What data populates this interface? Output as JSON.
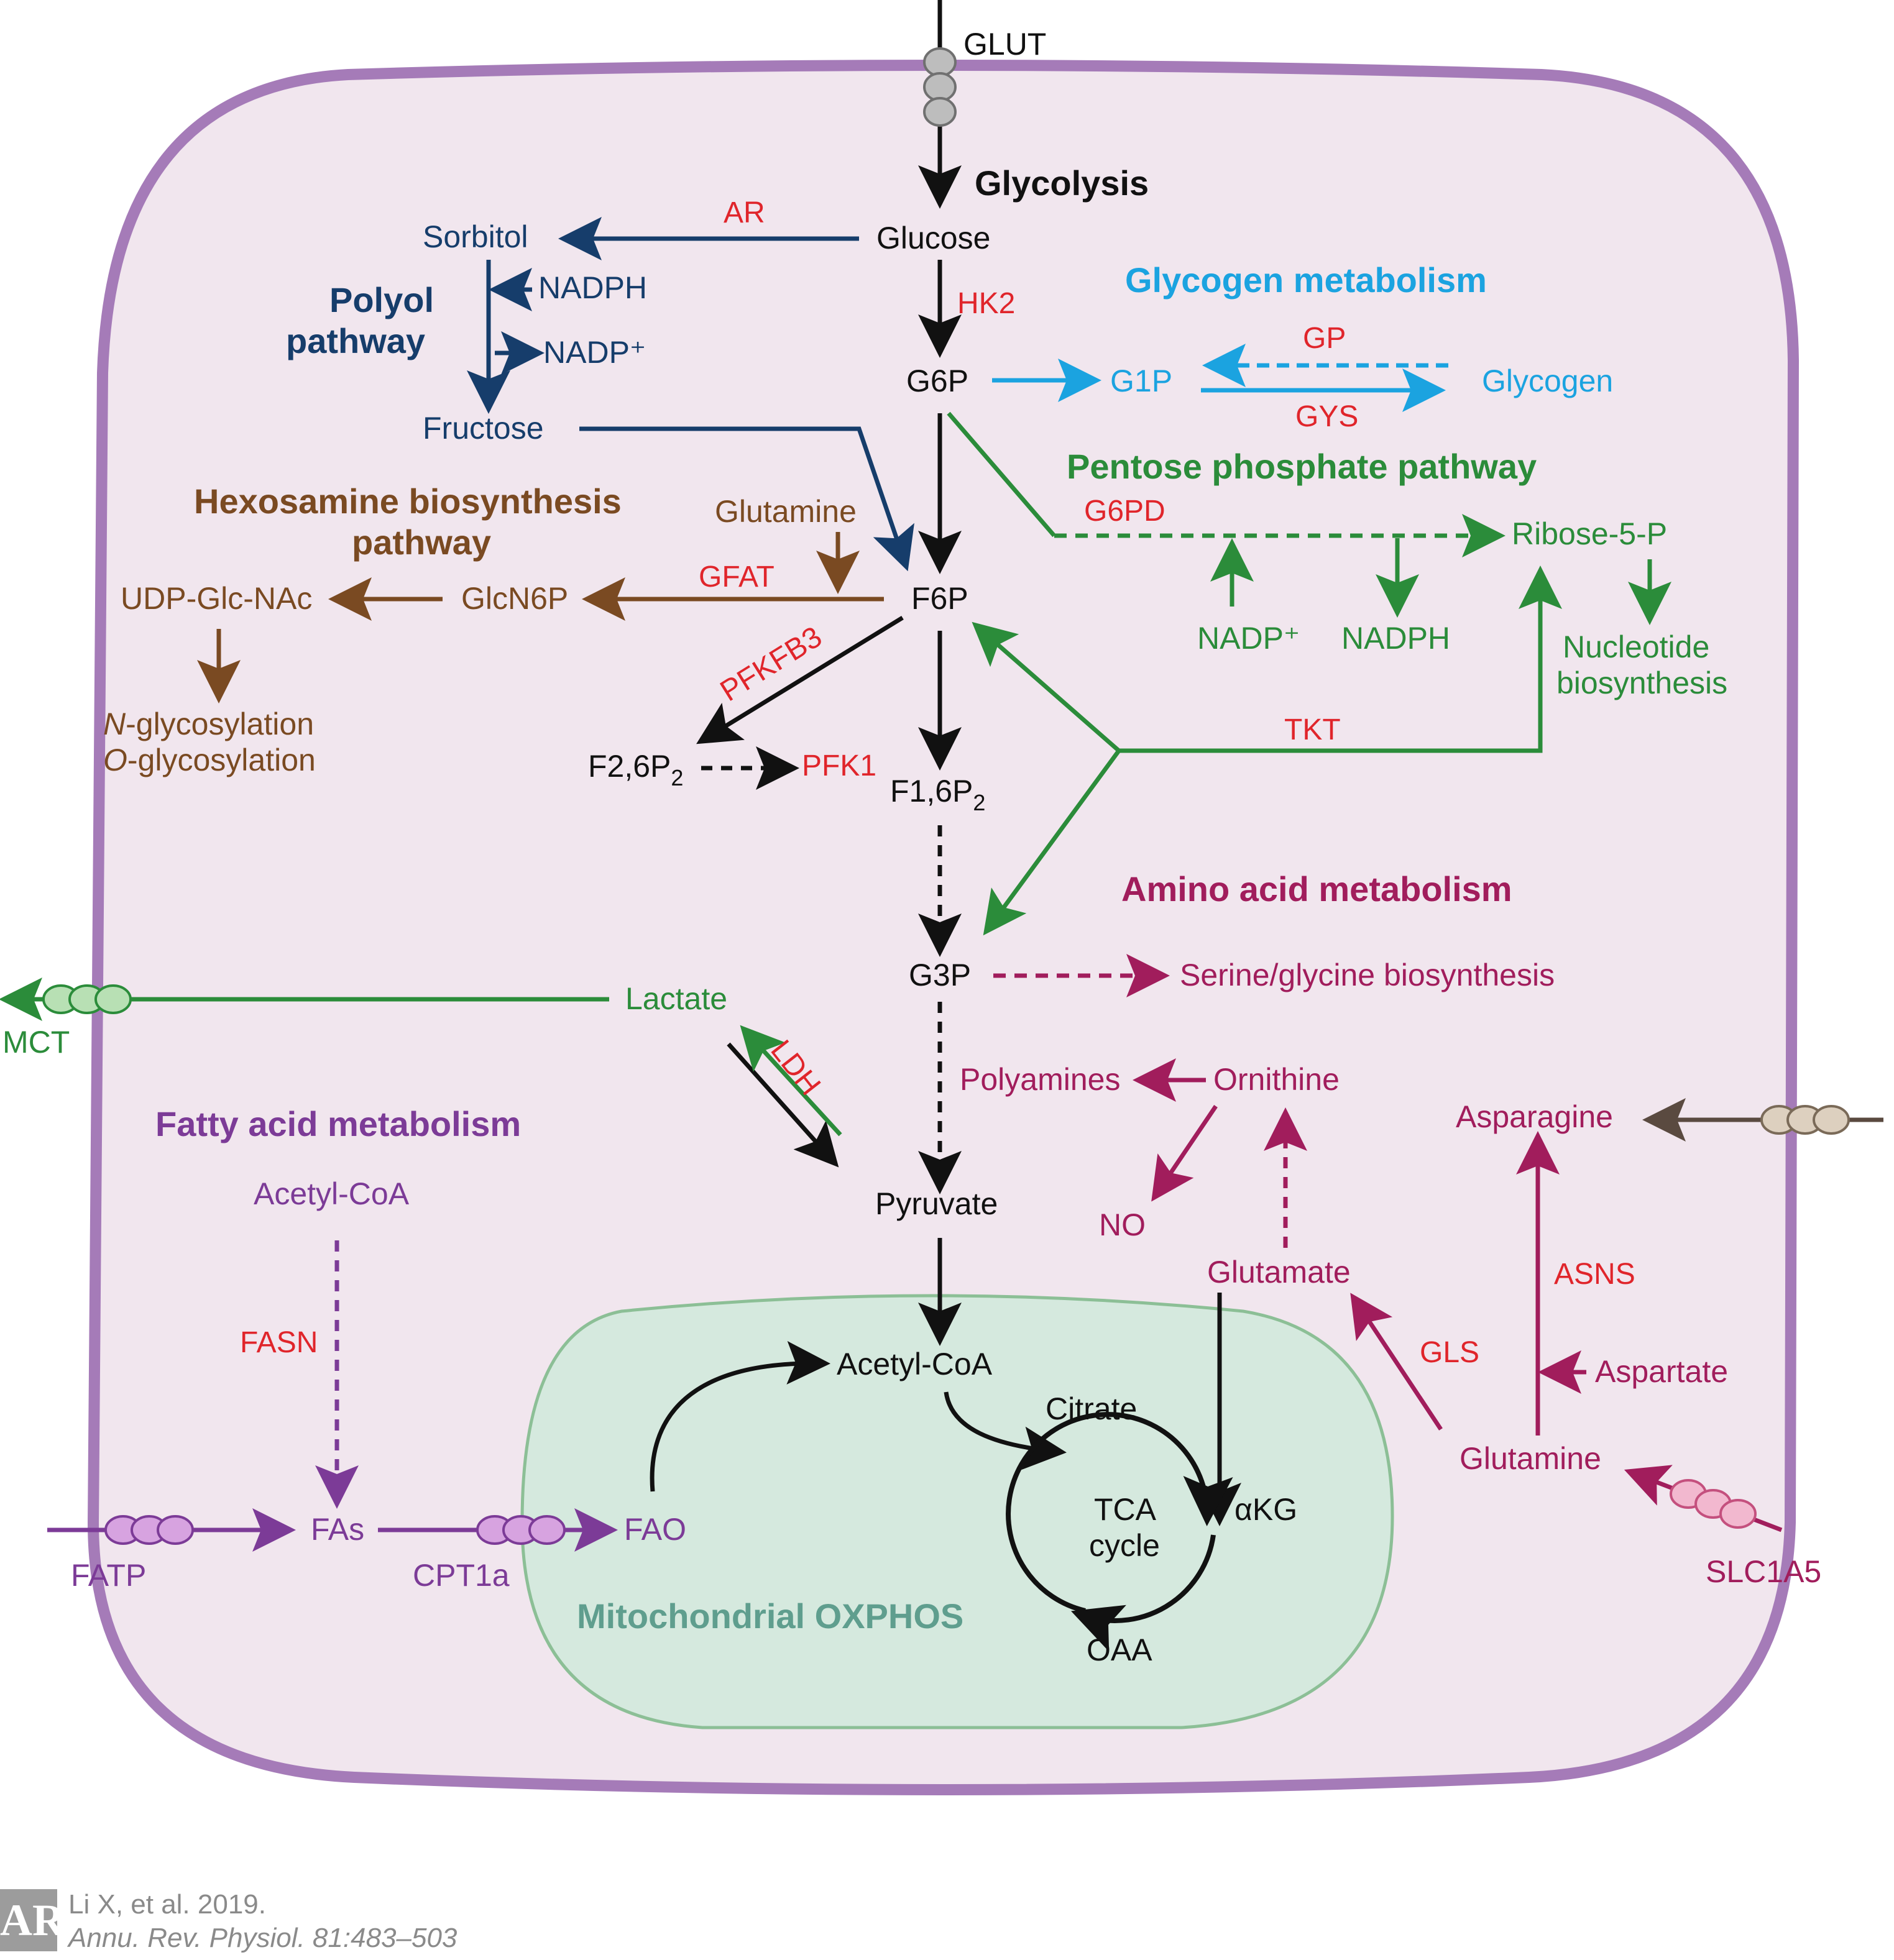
{
  "top": {
    "glut": "GLUT",
    "glycolysis": "Glycolysis"
  },
  "glycolysis": {
    "glucose": "Glucose",
    "hk2": "HK2",
    "g6p": "G6P",
    "f6p": "F6P",
    "pfkfb3": "PFKFB3",
    "f26p2_main": "F2,6P",
    "f26p2_sub": "2",
    "pfk1": "PFK1",
    "f16p2_main": "F1,6P",
    "f16p2_sub": "2",
    "g3p": "G3P",
    "pyruvate": "Pyruvate"
  },
  "polyol": {
    "title_line1": "Polyol",
    "title_line2": "pathway",
    "ar": "AR",
    "sorbitol": "Sorbitol",
    "nadph": "NADPH",
    "nadp": "NADP⁺",
    "fructose": "Fructose"
  },
  "glycogen": {
    "title": "Glycogen metabolism",
    "g1p": "G1P",
    "gp": "GP",
    "gys": "GYS",
    "glycogen": "Glycogen"
  },
  "ppp": {
    "title": "Pentose phosphate pathway",
    "g6pd": "G6PD",
    "ribose": "Ribose-5-P",
    "nadp": "NADP⁺",
    "nadph": "NADPH",
    "nucleotide_line1": "Nucleotide",
    "nucleotide_line2": "biosynthesis",
    "tkt": "TKT"
  },
  "hexosamine": {
    "title_line1": "Hexosamine biosynthesis",
    "title_line2": "pathway",
    "glutamine": "Glutamine",
    "gfat": "GFAT",
    "glcn6p": "GlcN6P",
    "udp": "UDP-Glc-NAc",
    "n_italic": "N",
    "n_rest": "-glycosylation",
    "o_italic": "O",
    "o_rest": "-glycosylation"
  },
  "amino": {
    "title": "Amino acid metabolism",
    "serine": "Serine/glycine biosynthesis",
    "polyamines": "Polyamines",
    "ornithine": "Ornithine",
    "no": "NO",
    "glutamate": "Glutamate",
    "gls": "GLS",
    "asparagine": "Asparagine",
    "asns": "ASNS",
    "aspartate": "Aspartate",
    "glutamine": "Glutamine",
    "slc1a5": "SLC1A5"
  },
  "lactate": {
    "lactate": "Lactate",
    "ldh": "LDH",
    "mct": "MCT"
  },
  "fatty": {
    "title": "Fatty acid metabolism",
    "acetyl": "Acetyl-CoA",
    "fasn": "FASN",
    "fas": "FAs",
    "fatp": "FATP",
    "cpt1a": "CPT1a",
    "fao": "FAO"
  },
  "mito": {
    "title": "Mitochondrial OXPHOS",
    "acetyl": "Acetyl-CoA",
    "citrate": "Citrate",
    "tca_line1": "TCA",
    "tca_line2": "cycle",
    "akg": "αKG",
    "oaa": "OAA"
  },
  "footer": {
    "logo": "AR",
    "citation": "Li X, et al. 2019.",
    "journal": "Annu. Rev. Physiol. 81:483–503"
  },
  "colors": {
    "cell_fill": "#f1e6ee",
    "cell_stroke": "#a57bb8",
    "mito_fill": "#d5e9de",
    "glycolysis": "#111111",
    "polyol": "#163d6b",
    "hexosamine": "#7a4a22",
    "ppp": "#2b8c3a",
    "glycogen": "#1ba3e0",
    "amino": "#a11d5c",
    "fatty": "#7c3b97",
    "enzyme": "#e0252b"
  }
}
